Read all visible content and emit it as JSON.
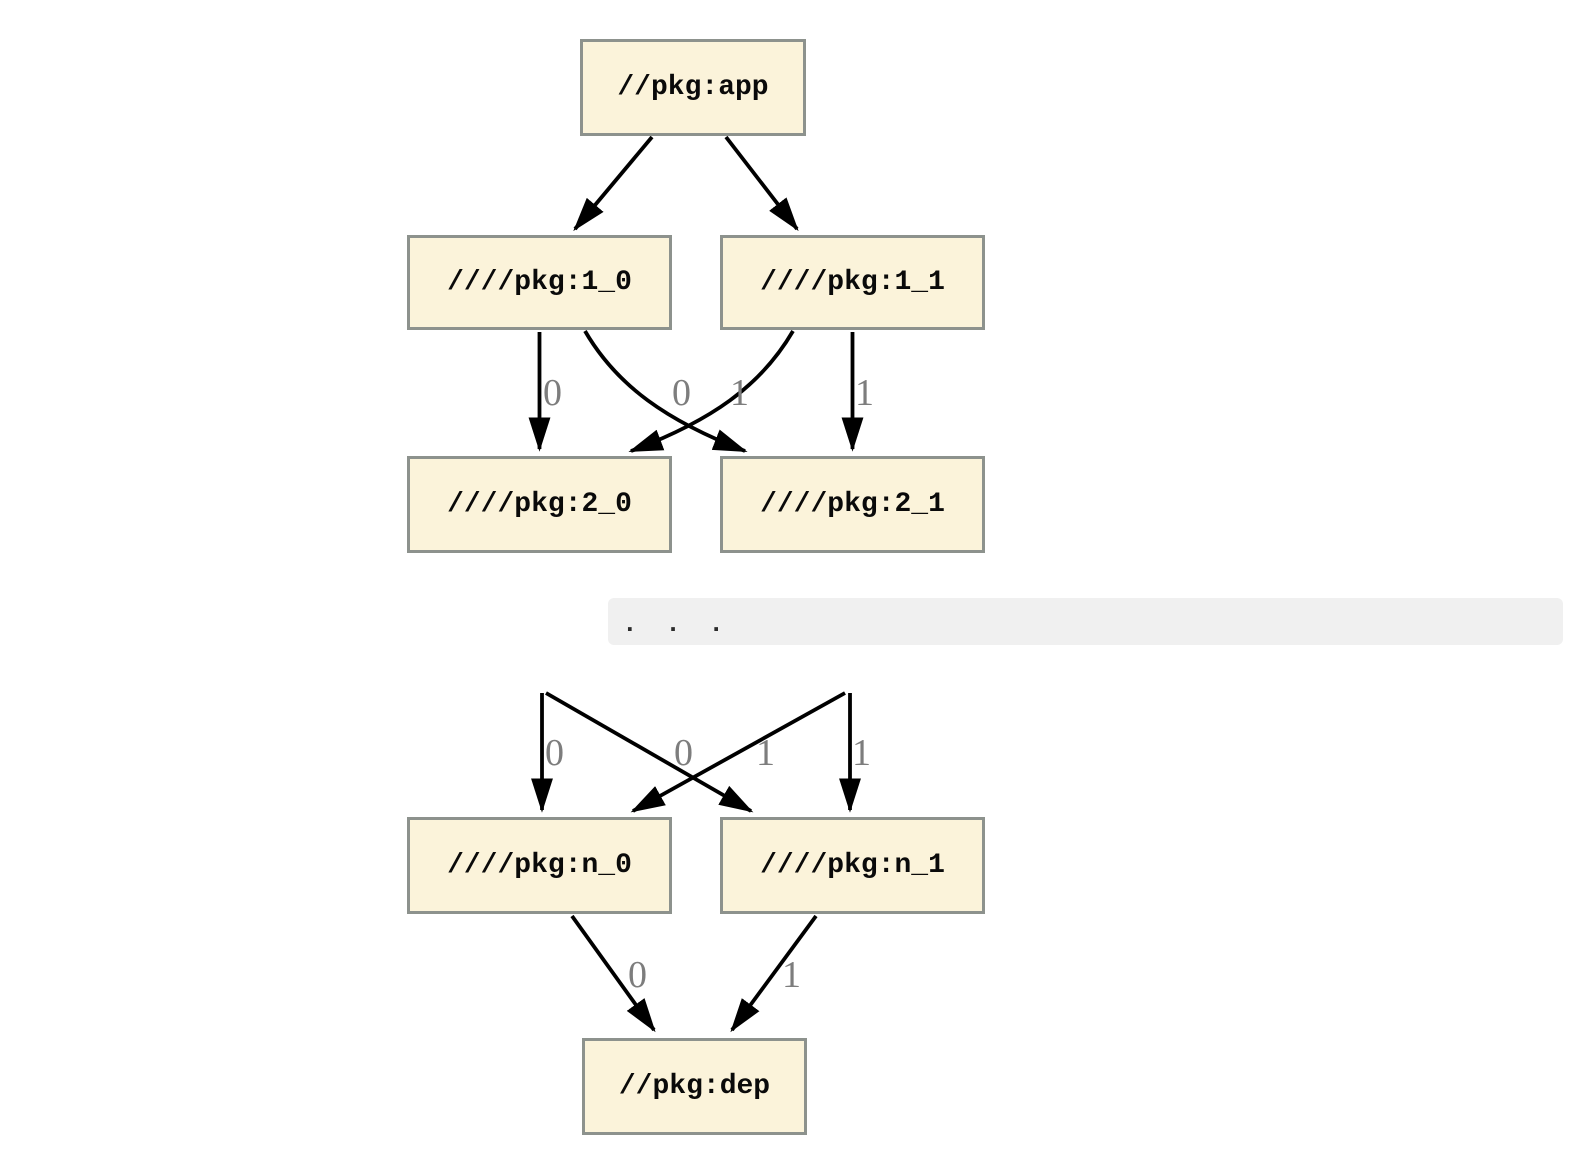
{
  "diagram": {
    "nodes": {
      "app": {
        "label": "//pkg:app"
      },
      "l1_0": {
        "label": "////pkg:1_0"
      },
      "l1_1": {
        "label": "////pkg:1_1"
      },
      "l2_0": {
        "label": "////pkg:2_0"
      },
      "l2_1": {
        "label": "////pkg:2_1"
      },
      "ln_0": {
        "label": "////pkg:n_0"
      },
      "ln_1": {
        "label": "////pkg:n_1"
      },
      "dep": {
        "label": "//pkg:dep"
      }
    },
    "ellipsis_text": ". . .",
    "edges": [
      {
        "from": "//pkg:app",
        "to": "////pkg:1_0",
        "label": ""
      },
      {
        "from": "//pkg:app",
        "to": "////pkg:1_1",
        "label": ""
      },
      {
        "from": "////pkg:1_0",
        "to": "////pkg:2_0",
        "label": "0"
      },
      {
        "from": "////pkg:1_1",
        "to": "////pkg:2_0",
        "label": "0"
      },
      {
        "from": "////pkg:1_0",
        "to": "////pkg:2_1",
        "label": "1"
      },
      {
        "from": "////pkg:1_1",
        "to": "////pkg:2_1",
        "label": "1"
      },
      {
        "from": "...",
        "to": "////pkg:n_0",
        "label": "0"
      },
      {
        "from": "...",
        "to": "////pkg:n_0",
        "label": "0"
      },
      {
        "from": "...",
        "to": "////pkg:n_1",
        "label": "1"
      },
      {
        "from": "...",
        "to": "////pkg:n_1",
        "label": "1"
      },
      {
        "from": "////pkg:n_0",
        "to": "//pkg:dep",
        "label": "0"
      },
      {
        "from": "////pkg:n_1",
        "to": "//pkg:dep",
        "label": "1"
      }
    ],
    "colors": {
      "node_fill": "#FBF3DA",
      "node_border": "#8D928D",
      "edge": "#000000",
      "edge_label": "#7D7D7D",
      "ellipsis_band": "#F0F0F0"
    }
  }
}
